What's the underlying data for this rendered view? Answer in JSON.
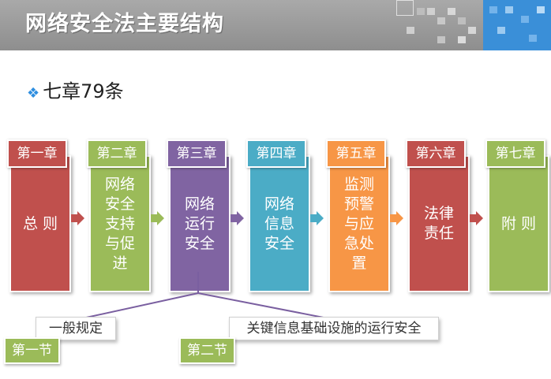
{
  "header": {
    "title": "网络安全法主要结构"
  },
  "summary": {
    "text": "七章79条"
  },
  "colors": {
    "red": "#c0504d",
    "green": "#9bbb59",
    "purple": "#8064a2",
    "teal": "#4bacc6",
    "orange": "#f79646",
    "header": "#9a9a9a",
    "bullet": "#2f8fe0"
  },
  "chapters": [
    {
      "label": "第一章",
      "text": "总 则"
    },
    {
      "label": "第二章",
      "text": "网络安全支持与促进"
    },
    {
      "label": "第三章",
      "text": "网络运行安全"
    },
    {
      "label": "第四章",
      "text": "网络信息安全"
    },
    {
      "label": "第五章",
      "text": "监测预警与应急处置"
    },
    {
      "label": "第六章",
      "text": "法律责任"
    },
    {
      "label": "第七章",
      "text": "附 则"
    }
  ],
  "sections": [
    {
      "tag": "第一节",
      "title": "一般规定"
    },
    {
      "tag": "第二节",
      "title": "关键信息基础设施的运行安全"
    }
  ]
}
